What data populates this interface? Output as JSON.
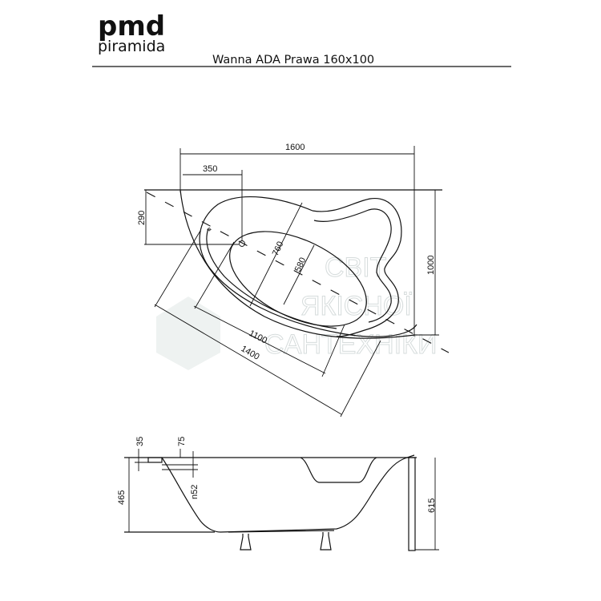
{
  "brand": {
    "logo_main": "pmd",
    "logo_sub": "piramida"
  },
  "title": "Wanna ADA Prawa 160x100",
  "top_view": {
    "dimensions": {
      "width": "1600",
      "drain_offset_x": "350",
      "drain_offset_y": "290",
      "depth": "1000",
      "basin_width_outer": "760",
      "basin_width_inner": "580",
      "basin_length_inner": "1100",
      "basin_length_outer": "1400"
    }
  },
  "side_view": {
    "dimensions": {
      "rim_thickness": "35",
      "overflow_offset": "75",
      "overflow_diameter": "n52",
      "tub_height": "465",
      "total_height": "615"
    }
  },
  "watermark": [
    "СВІТ",
    "ЯКІСНОЇ",
    "САНТЕХНІКИ"
  ]
}
